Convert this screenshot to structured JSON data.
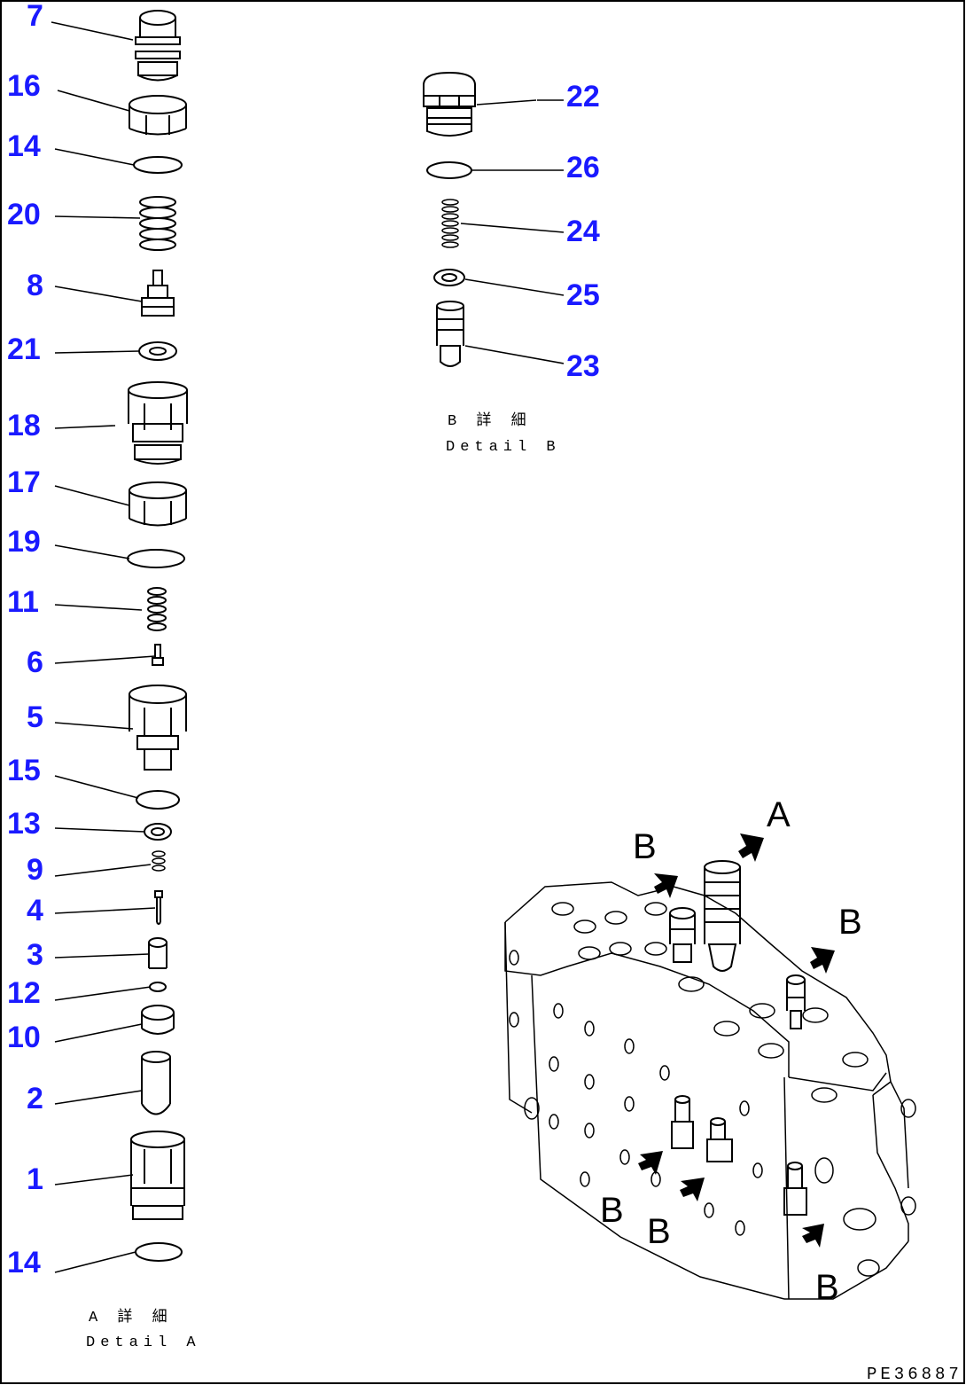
{
  "border": true,
  "detail_a": {
    "numbers": [
      "7",
      "16",
      "14",
      "20",
      "8",
      "21",
      "18",
      "17",
      "19",
      "11",
      "6",
      "5",
      "15",
      "13",
      "9",
      "4",
      "3",
      "12",
      "10",
      "2",
      "1",
      "14"
    ],
    "caption_jp": "A 詳 細",
    "caption_en": "Detail A"
  },
  "detail_b": {
    "numbers": [
      "22",
      "26",
      "24",
      "25",
      "23"
    ],
    "caption_jp": "B 詳 細",
    "caption_en": "Detail B"
  },
  "assembly": {
    "labels": [
      "A",
      "B",
      "B",
      "B",
      "B",
      "B"
    ]
  },
  "drawing_code": "PE36887",
  "colors": {
    "callout": "#1a1aff",
    "line": "#000000"
  }
}
